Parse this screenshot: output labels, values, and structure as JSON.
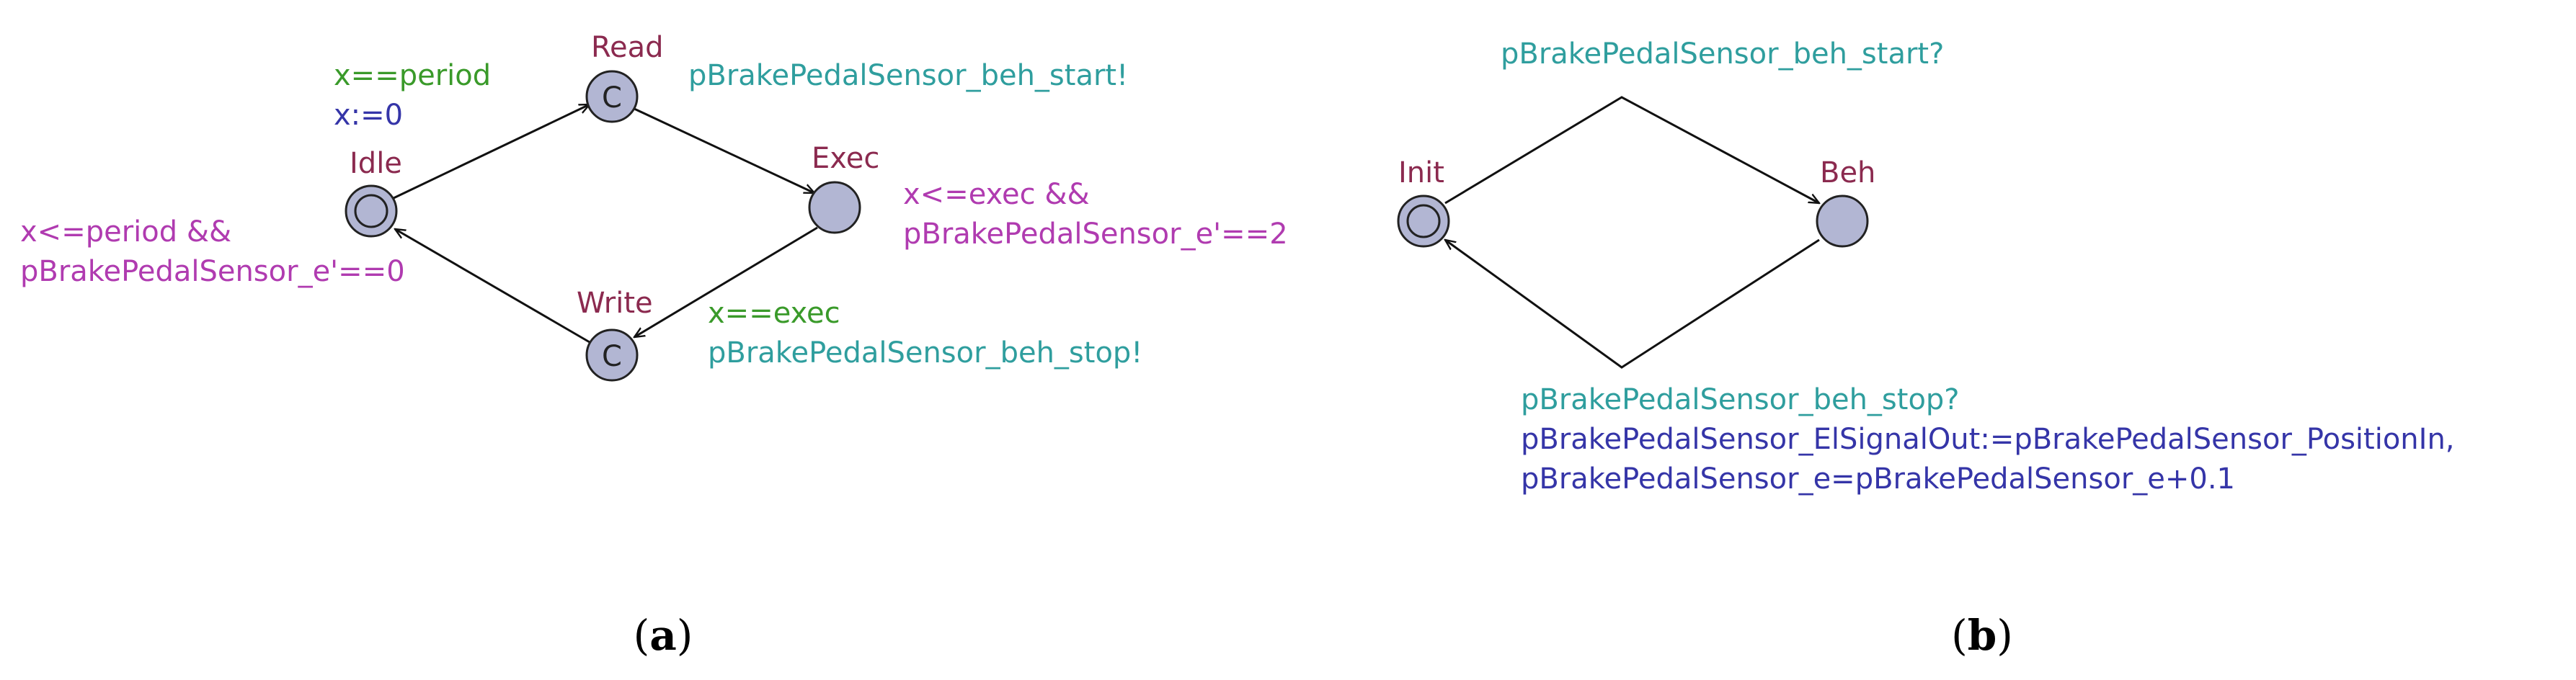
{
  "colors": {
    "location_fill": "#b2b6d3",
    "location_name": "#8b2a4f",
    "guard": "#b03bb0",
    "assignment": "#3535a8",
    "select_clock": "#3a9a2a",
    "sync": "#2f9e9e",
    "caption": "#000000"
  },
  "panel_a": {
    "caption_open": "(",
    "caption_letter": "a",
    "caption_close": ")",
    "locations": {
      "idle": "Idle",
      "read": "Read",
      "exec": "Exec",
      "write": "Write"
    },
    "committed_mark": "C",
    "idle_invariant_line1": "x<=period &&",
    "idle_invariant_line2": "pBrakePedalSensor_e'==0",
    "edge_idle_read_guard": "x==period",
    "edge_idle_read_update": "x:=0",
    "edge_read_exec_sync": "pBrakePedalSensor_beh_start!",
    "exec_invariant_line1": "x<=exec &&",
    "exec_invariant_line2": "pBrakePedalSensor_e'==2",
    "edge_exec_write_guard": "x==exec",
    "edge_exec_write_sync": "pBrakePedalSensor_beh_stop!"
  },
  "panel_b": {
    "caption_open": "(",
    "caption_letter": "b",
    "caption_close": ")",
    "locations": {
      "init": "Init",
      "beh": "Beh"
    },
    "edge_init_beh_sync": "pBrakePedalSensor_beh_start?",
    "edge_beh_init_sync": "pBrakePedalSensor_beh_stop?",
    "edge_beh_init_update_line1": "pBrakePedalSensor_ElSignalOut:=pBrakePedalSensor_PositionIn,",
    "edge_beh_init_update_line2": "pBrakePedalSensor_e=pBrakePedalSensor_e+0.1"
  }
}
